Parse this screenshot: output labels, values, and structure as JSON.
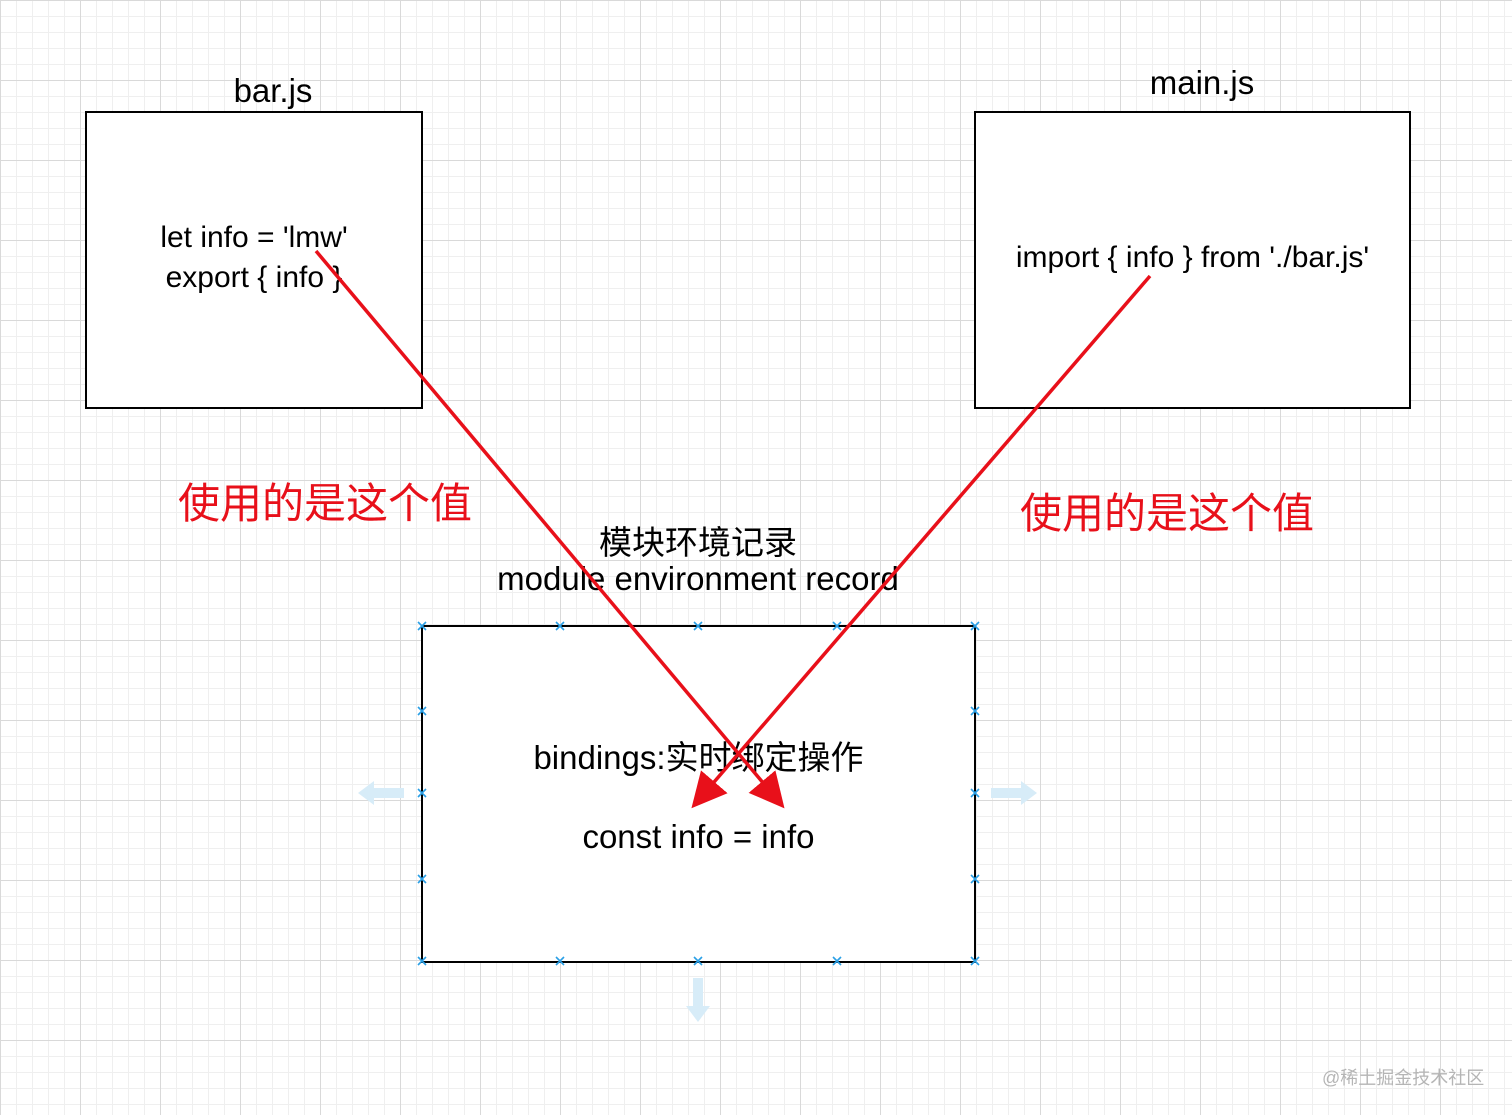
{
  "bar_module": {
    "title": "bar.js",
    "line1": "let info = 'lmw'",
    "line2": "export { info }"
  },
  "main_module": {
    "title": "main.js",
    "line1": "import { info } from './bar.js'"
  },
  "record": {
    "title_cn": "模块环境记录",
    "title_en": "module environment record",
    "bindings": "bindings:实时绑定操作",
    "const_line": "const info = info"
  },
  "annotations": {
    "left_note": "使用的是这个值",
    "right_note": "使用的是这个值"
  },
  "watermark": "@稀土掘金技术社区",
  "colors": {
    "arrow": "#e8101a",
    "handle": "#2aa0e6",
    "hint_arrow": "#d7ecf8"
  }
}
